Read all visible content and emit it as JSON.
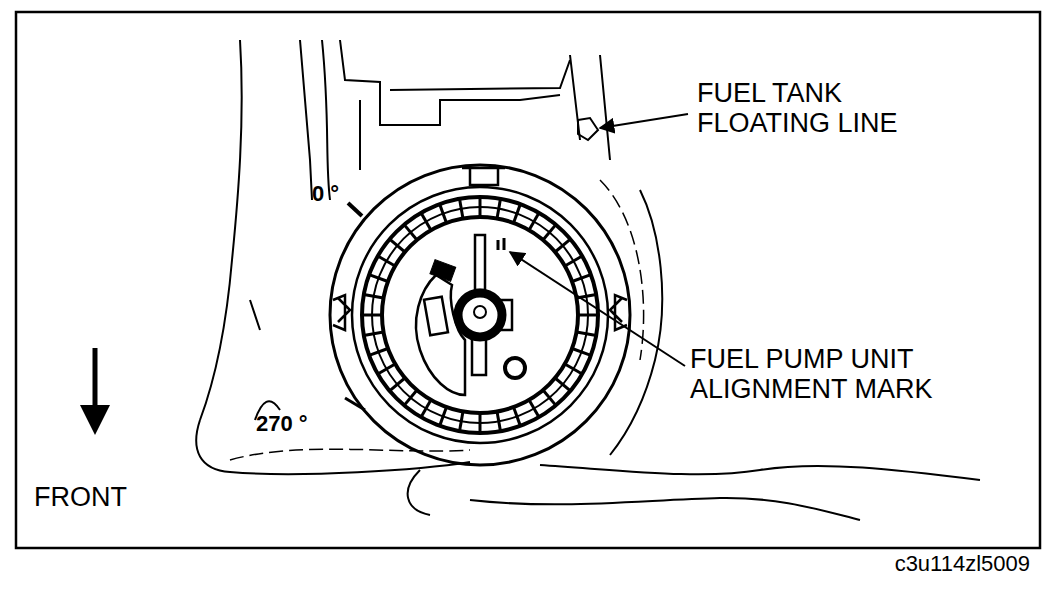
{
  "diagram": {
    "caption": "c3u114zl5009",
    "labels": [
      "FUEL TANK FLOATING LINE",
      "FUEL PUMP UNIT ALIGNMENT MARK",
      "0 °",
      "270 °",
      "FRONT"
    ]
  }
}
